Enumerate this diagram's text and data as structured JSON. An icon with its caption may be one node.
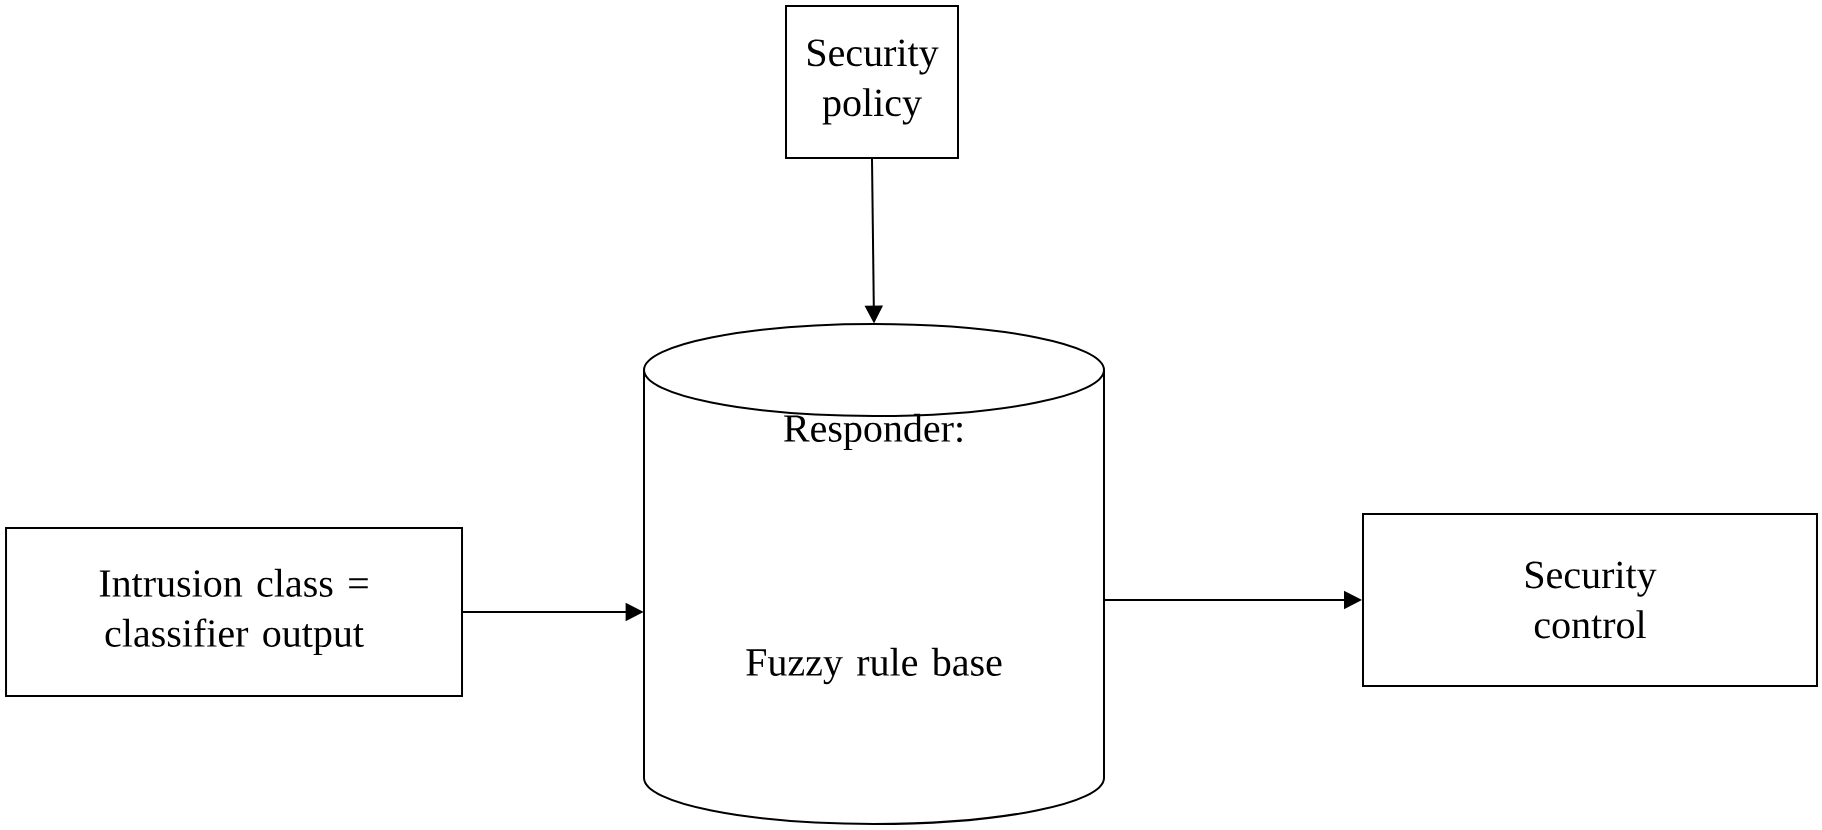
{
  "diagram": {
    "nodes": [
      {
        "text": [
          "Security policy"
        ]
      },
      {
        "text": [
          "Intrusion class = classifier output"
        ]
      },
      {
        "text": [
          "Responder:",
          "Fuzzy rule base"
        ]
      },
      {
        "text": [
          "Security control"
        ]
      }
    ],
    "edges": [
      {
        "from": 0,
        "to": 2,
        "arrow": "to"
      },
      {
        "from": 1,
        "to": 2,
        "arrow": "to"
      },
      {
        "from": 2,
        "to": 3,
        "arrow": "to"
      }
    ]
  }
}
